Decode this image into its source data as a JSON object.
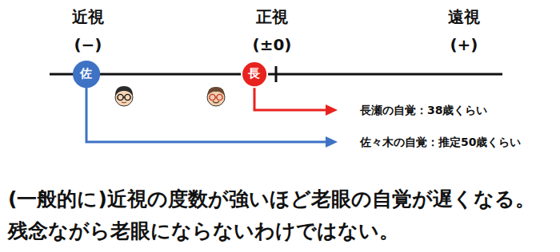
{
  "diagram": {
    "nodes": [
      {
        "text": [
          "佐"
        ]
      },
      {
        "text": [
          "長"
        ]
      }
    ],
    "labels": [
      "近視",
      "(−)",
      "正視",
      "(±0)",
      "遠視",
      "(+)",
      "長瀬の自覚：38歳くらい",
      "佐々木の自覚：推定50歳くらい",
      "(一般的に)近視の度数が強いほど老眼の自覚が遅くなる。",
      "残念ながら老眼にならないわけではない。"
    ]
  }
}
